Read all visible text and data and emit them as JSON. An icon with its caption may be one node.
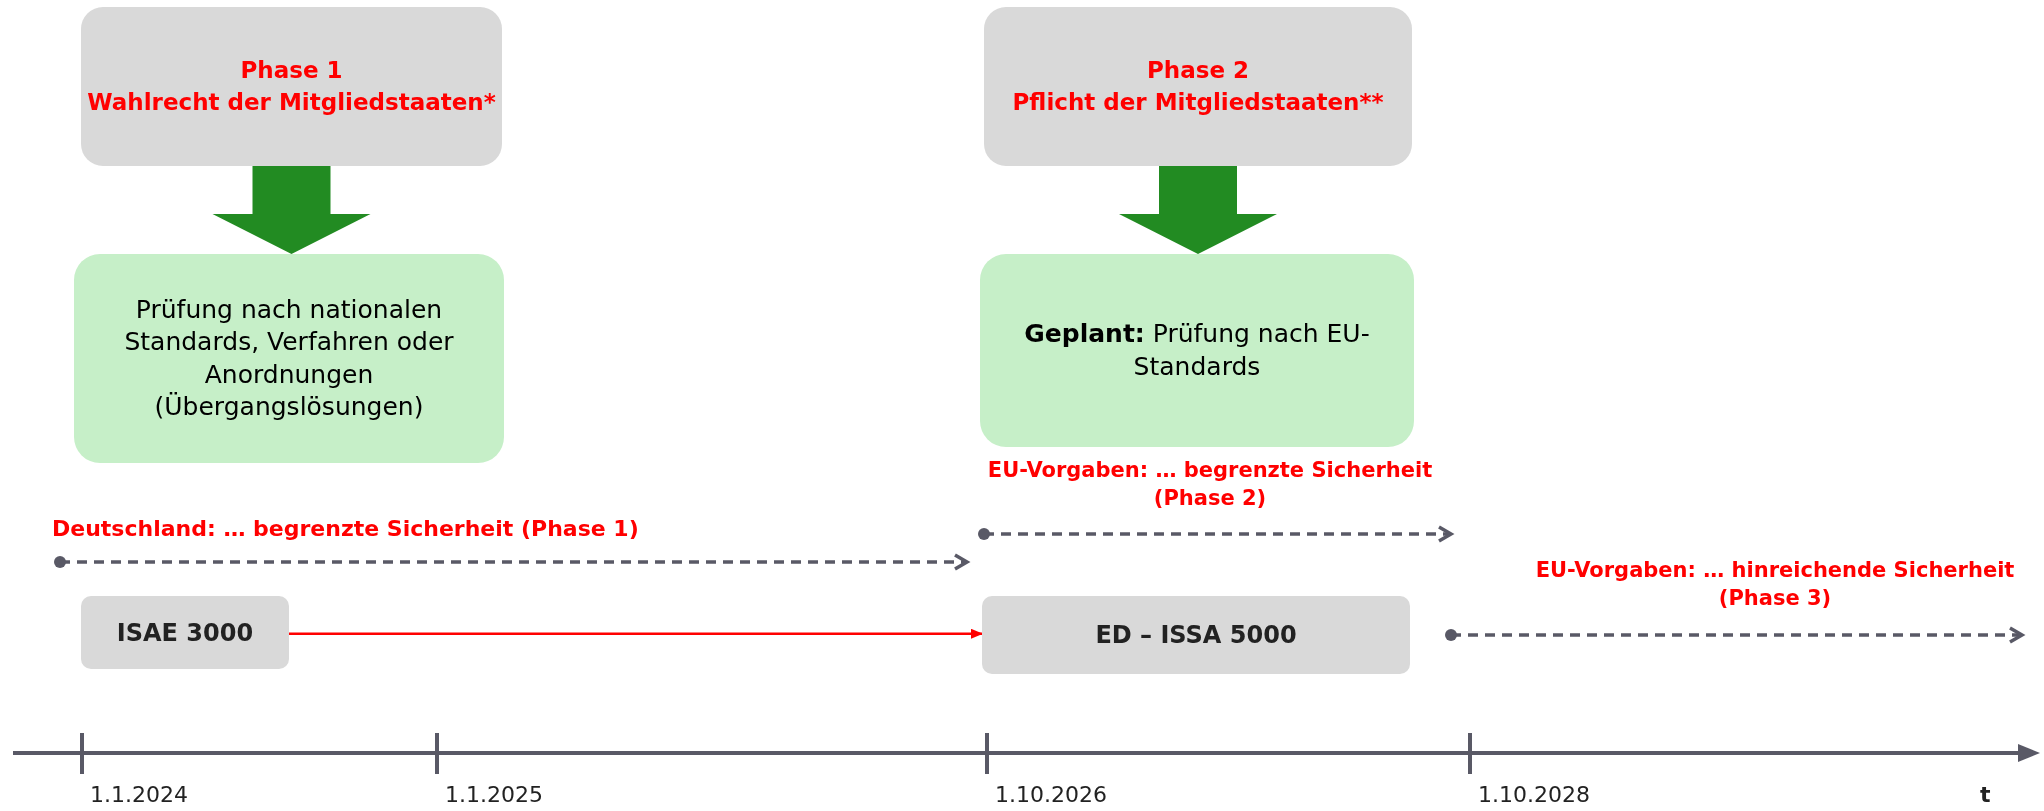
{
  "diagram": {
    "nodes": [
      {
        "text": [
          "Phase 1",
          "Wahlrecht der Mitgliedstaaten*"
        ]
      },
      {
        "text": [
          "Prüfung nach nationalen Standards, Verfahren oder Anordnungen (Übergangslösungen)"
        ]
      },
      {
        "text": [
          "Phase 2",
          "Pflicht der Mitgliedstaaten**"
        ]
      },
      {
        "text": [
          "**Geplant:** Prüfung nach EU-Standards"
        ]
      },
      {
        "text": [
          "ISAE 3000"
        ]
      },
      {
        "text": [
          "ED – ISSA 5000"
        ]
      }
    ],
    "edges": [
      {
        "from": 0,
        "to": 1,
        "arrow": "to",
        "style": "thick",
        "color": "#228b22"
      },
      {
        "from": 2,
        "to": 3,
        "arrow": "to",
        "style": "thick",
        "color": "#228b22"
      },
      {
        "from": 4,
        "to": 5,
        "arrow": "to",
        "color": "#ff0000"
      }
    ],
    "labels": [
      "Deutschland: … begrenzte Sicherheit (Phase 1)",
      "EU-Vorgaben: … begrenzte Sicherheit (Phase 2)",
      "EU-Vorgaben: … hinreichende Sicherheit (Phase 3)",
      "1.1.2024",
      "1.1.2025",
      "1.10.2026",
      "1.10.2028",
      "t"
    ]
  }
}
